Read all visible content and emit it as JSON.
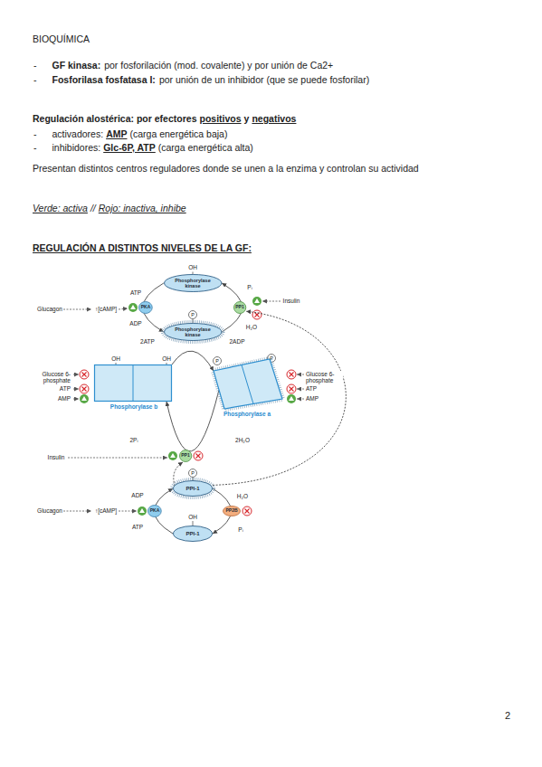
{
  "diagram": {
    "title": "REGULACIÓN A DISTINTOS NIVELES DE LA GF:",
    "nodes": [
      {
        "text": [
          "Phosphorylase kinase"
        ]
      },
      {
        "text": [
          "Phosphorylase kinase"
        ]
      },
      {
        "text": [
          "PKA"
        ]
      },
      {
        "text": [
          "PP1"
        ]
      },
      {
        "text": [
          "Phosphorylase b"
        ]
      },
      {
        "text": [
          "Phosphorylase a"
        ]
      },
      {
        "text": [
          "PP1"
        ]
      },
      {
        "text": [
          "PPI-1"
        ]
      },
      {
        "text": [
          "PKA"
        ]
      },
      {
        "text": [
          "PP2B"
        ]
      },
      {
        "text": [
          "PPI-1"
        ]
      }
    ],
    "edges": [
      {
        "from": 0,
        "to": 1,
        "arrow": "to"
      },
      {
        "from": 1,
        "to": 0,
        "arrow": "to"
      },
      {
        "from": 4,
        "to": 5,
        "arrow": "to"
      },
      {
        "from": 5,
        "to": 4,
        "arrow": "to"
      },
      {
        "from": 10,
        "to": 7,
        "arrow": "to"
      },
      {
        "from": 7,
        "to": 10,
        "arrow": "to"
      },
      {
        "from": 7,
        "to": 3,
        "arrow": "to"
      },
      {
        "from": 7,
        "to": 6,
        "arrow": "to"
      }
    ],
    "labels": [
      "BIOQUÍMICA",
      "-",
      "GF kinasa:",
      "por fosforilación (mod. covalente) y por unión de Ca2+",
      "-",
      "Fosforilasa fosfatasa I:",
      "por unión de un inhibidor (que se puede fosforilar)",
      "Regulación alostérica: por efectores",
      "positivos",
      "y",
      "negativos",
      "-",
      "activadores:",
      "AMP",
      "(carga energética baja)",
      "-",
      "inhibidores:",
      "Glc-6P, ATP",
      "(carga energética alta)",
      "Presentan distintos centros reguladores donde se unen a la enzima y controlan su actividad",
      "Verde: activa",
      "//",
      "Rojo: inactiva, inhibe",
      "OH",
      "ATP",
      "Glucagon",
      "↑[cAMP]",
      "ADP",
      "Pᵢ",
      "Insulin",
      "H₂O",
      "P",
      "2ATP",
      "2ADP",
      "OH",
      "OH",
      "P",
      "P",
      "Glucose 6-phosphate",
      "ATP",
      "AMP",
      "Glucose 6-phosphate",
      "ATP",
      "AMP",
      "2Pᵢ",
      "2H₂O",
      "Insulin",
      "P",
      "ADP",
      "H₂O",
      "Glucagon",
      "↑[cAMP]",
      "OH",
      "ATP",
      "Pᵢ",
      "2"
    ]
  }
}
